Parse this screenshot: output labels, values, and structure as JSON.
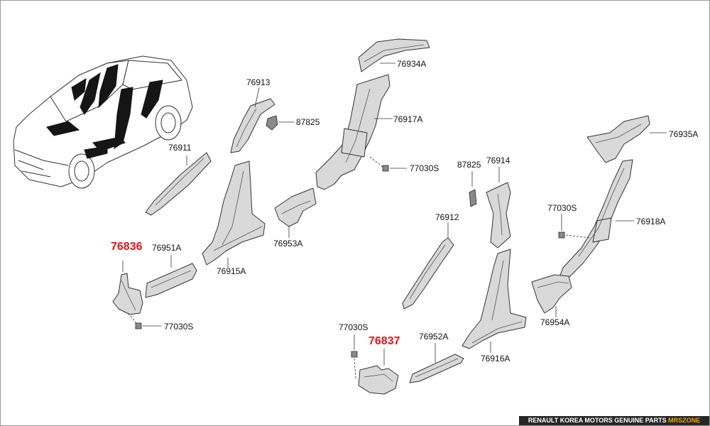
{
  "diagram": {
    "highlighted_parts": [
      "76836",
      "76837"
    ],
    "part_numbers": {
      "p76934A": "76934A",
      "p76913": "76913",
      "p87825a": "87825",
      "p76917A": "76917A",
      "p76911": "76911",
      "p77030Sa": "77030S",
      "p76914": "76914",
      "p87825b": "87825",
      "p76935A": "76935A",
      "p77030Sb": "77030S",
      "p76918A": "76918A",
      "p76912": "76912",
      "p76951A": "76951A",
      "p76953A": "76953A",
      "p76915A": "76915A",
      "p77030Sc": "77030S",
      "p77030Sd": "77030S",
      "p76952A": "76952A",
      "p76954A": "76954A",
      "p76916A": "76916A"
    },
    "highlight_labels": {
      "h76836": "76836",
      "h76837": "76837"
    }
  },
  "footer": {
    "text": "RENAULT KOREA MOTORS GENUINE PARTS ",
    "brand": "MRSZONE"
  },
  "colors": {
    "highlight": "#e8101a",
    "footer_bg": "#262626",
    "footer_brand": "#f0a500"
  }
}
